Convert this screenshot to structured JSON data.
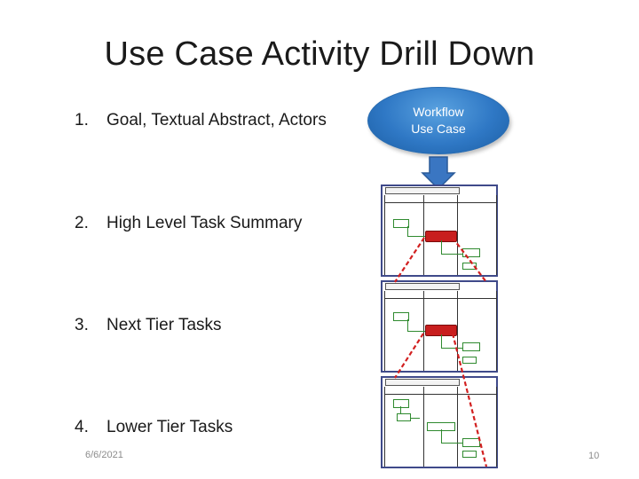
{
  "slide": {
    "title": "Use Case Activity Drill Down",
    "items": [
      {
        "num": "1.",
        "text": "Goal, Textual Abstract, Actors"
      },
      {
        "num": "2.",
        "text": "High Level Task Summary"
      },
      {
        "num": "3.",
        "text": "Next Tier Tasks"
      },
      {
        "num": "4.",
        "text": "Lower Tier Tasks"
      }
    ],
    "workflow": {
      "line1": "Workflow",
      "line2": "Use Case"
    },
    "footer": {
      "date": "6/6/2021",
      "page": "10"
    }
  },
  "colors": {
    "ellipse": "#2f78c5",
    "arrow": "#3a76c2",
    "panel_border": "#3f4a8a",
    "drill_line": "#d22020",
    "task_box": "#2f8a2f"
  }
}
